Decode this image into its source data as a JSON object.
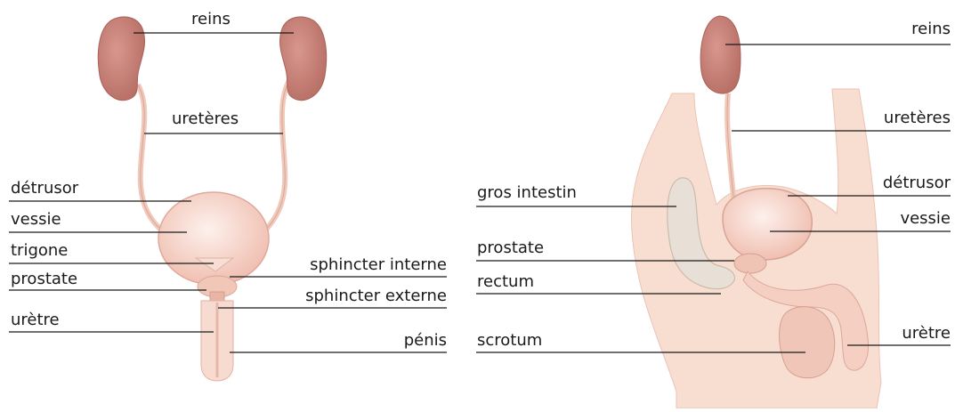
{
  "left_diagram": {
    "labels": {
      "reins": "reins",
      "ureteres": "uretères",
      "detrusor": "détrusor",
      "vessie": "vessie",
      "trigone": "trigone",
      "prostate": "prostate",
      "sphincter_interne": "sphincter interne",
      "sphincter_externe": "sphincter externe",
      "uretre": "urètre",
      "penis": "pénis"
    }
  },
  "right_diagram": {
    "labels": {
      "reins": "reins",
      "ureteres": "uretères",
      "gros_intestin": "gros intestin",
      "detrusor": "détrusor",
      "vessie": "vessie",
      "prostate": "prostate",
      "rectum": "rectum",
      "scrotum": "scrotum",
      "uretre": "urètre"
    }
  },
  "colors": {
    "kidney": "#c9837a",
    "kidney_dark": "#b56c63",
    "bladder": "#f3c9bd",
    "bladder_light": "#fbe9e2",
    "skin": "#f6d5c7",
    "skin_light": "#fae6dc",
    "intestine": "#e6ddd3",
    "leader": "#1a1a1a"
  }
}
